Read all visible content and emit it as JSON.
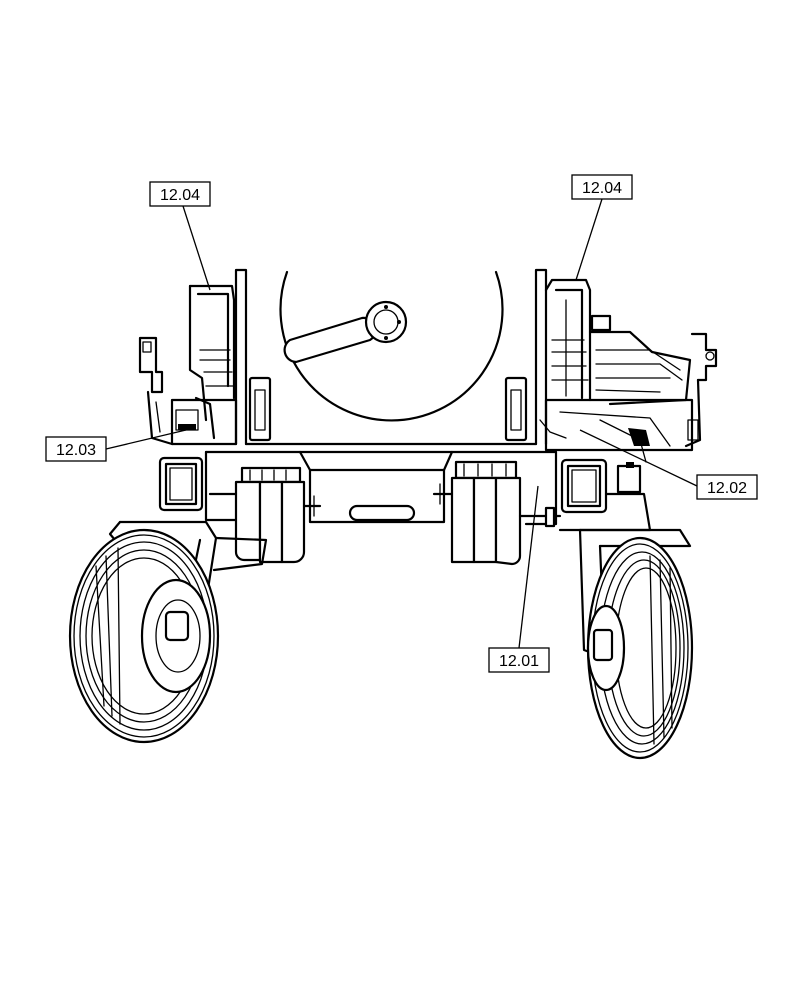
{
  "callouts": [
    {
      "id": "callout-12-04-left",
      "label": "12.04"
    },
    {
      "id": "callout-12-04-right",
      "label": "12.04"
    },
    {
      "id": "callout-12-03",
      "label": "12.03"
    },
    {
      "id": "callout-12-02",
      "label": "12.02"
    },
    {
      "id": "callout-12-01",
      "label": "12.01"
    }
  ]
}
